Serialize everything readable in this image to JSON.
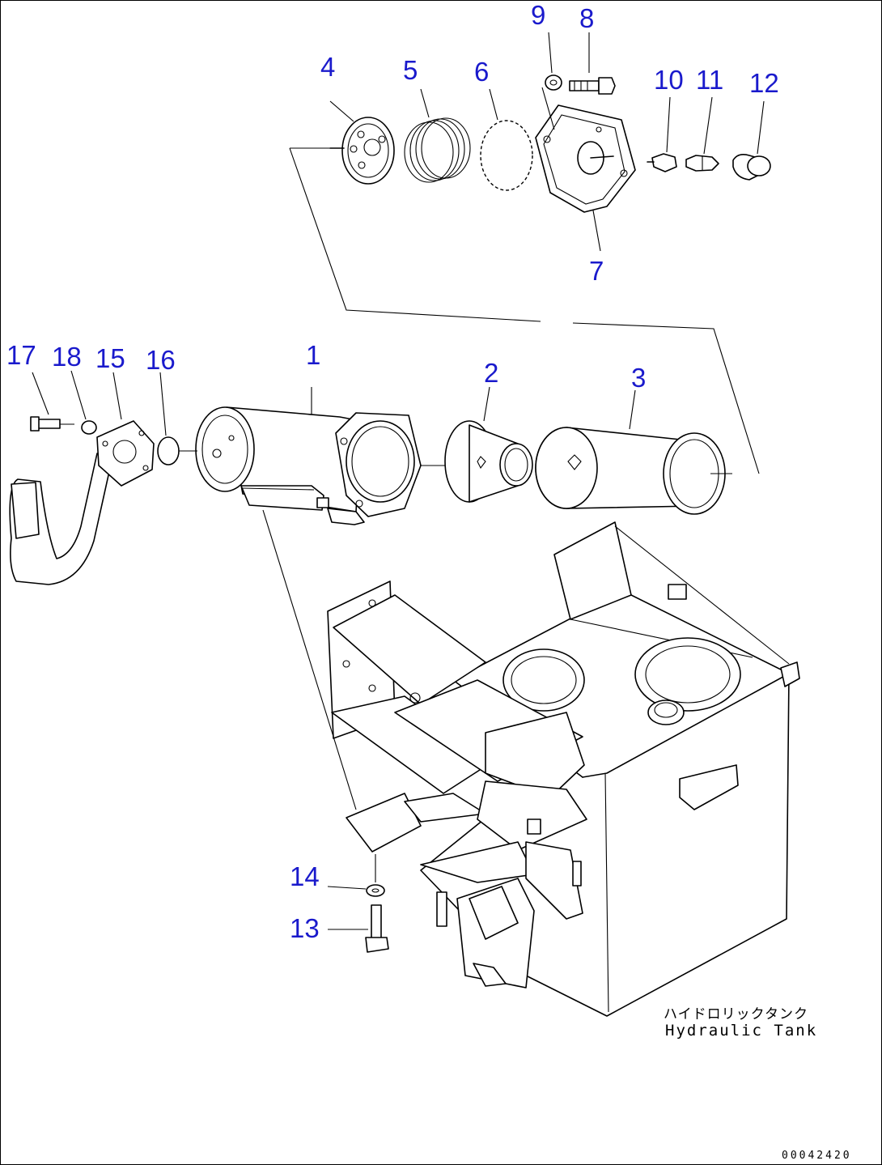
{
  "labels": {
    "part_1": "1",
    "part_2": "2",
    "part_3": "3",
    "part_4": "4",
    "part_5": "5",
    "part_6": "6",
    "part_7": "7",
    "part_8": "8",
    "part_9": "9",
    "part_10": "10",
    "part_11": "11",
    "part_12": "12",
    "part_13": "13",
    "part_14": "14",
    "part_15": "15",
    "part_16": "16",
    "part_17": "17",
    "part_18": "18"
  },
  "tank_label_jp": "ハイドロリックタンク",
  "tank_label_en": "Hydraulic Tank",
  "drawing_code": "00042420",
  "colors": {
    "callout": "#1a1acc",
    "line": "#000000"
  }
}
